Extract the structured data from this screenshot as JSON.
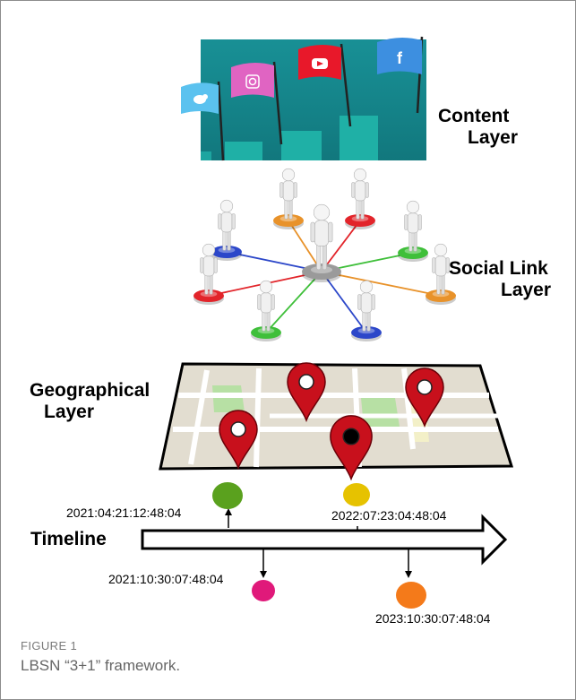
{
  "layers": {
    "content": {
      "line1": "Content",
      "line2": "Layer"
    },
    "social": {
      "line1": "Social Link",
      "line2": "Layer"
    },
    "geo": {
      "line1": "Geographical",
      "line2": "Layer"
    }
  },
  "timeline": {
    "label": "Timeline",
    "events": [
      {
        "time": "2021:04:21:12:48:04",
        "color": "#5aa11e"
      },
      {
        "time": "2022:07:23:04:48:04",
        "color": "#e6c200"
      },
      {
        "time": "2021:10:30:07:48:04",
        "color": "#e0197a"
      },
      {
        "time": "2023:10:30:07:48:04",
        "color": "#f47a1a"
      }
    ]
  },
  "social_flags": [
    {
      "icon": "twitter-icon",
      "color": "#5bc2ef"
    },
    {
      "icon": "instagram-icon",
      "color": "#e064c2"
    },
    {
      "icon": "youtube-icon",
      "color": "#e8182a"
    },
    {
      "icon": "facebook-icon",
      "color": "#3d8fe0"
    }
  ],
  "node_colors": [
    "#e8922a",
    "#e2242a",
    "#2c47c9",
    "#3fbf3a",
    "#ffffff"
  ],
  "figure": {
    "label": "FIGURE 1",
    "caption": "LBSN “3+1” framework."
  }
}
